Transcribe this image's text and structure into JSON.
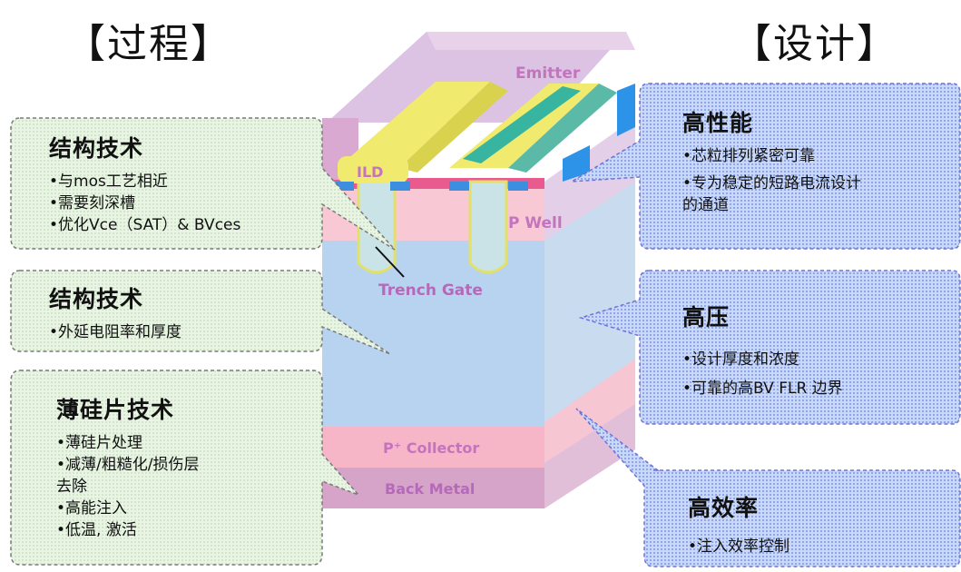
{
  "headings": {
    "left": "【过程】",
    "right": "【设计】"
  },
  "device_labels": {
    "emitter": "Emitter",
    "ild": "ILD",
    "p_well": "P Well",
    "trench_gate": "Trench Gate",
    "p_collector": "P⁺ Collector",
    "back_metal": "Back Metal"
  },
  "left_callouts": [
    {
      "title": "结构技术",
      "items": [
        "•与mos工艺相近",
        "•需要刻深槽",
        "•优化Vce（SAT）& BVces"
      ]
    },
    {
      "title": "结构技术",
      "items": [
        "•外延电阻率和厚度"
      ]
    },
    {
      "title": "薄硅片技术",
      "items": [
        "•薄硅片处理",
        "•减薄/粗糙化/损伤层",
        "去除",
        "•高能注入",
        "•低温, 激活"
      ]
    }
  ],
  "right_callouts": [
    {
      "title": "高性能",
      "items": [
        "•芯粒排列紧密可靠",
        "•专为稳定的短路电流设计",
        "的通道"
      ]
    },
    {
      "title": "高压",
      "items": [
        "•设计厚度和浓度",
        "•可靠的高BV FLR 边界"
      ]
    },
    {
      "title": "高效率",
      "items": [
        "•注入效率控制"
      ]
    }
  ],
  "colors": {
    "left_bubble_fill": "#e8f4e4",
    "left_bubble_stroke": "#7a7a7a",
    "right_bubble_fill": "#b9cdf5",
    "right_bubble_stroke": "#6e72d8",
    "substrate": "#b7d3ee",
    "p_well": "#f8c8d2",
    "collector": "#f7b4c6",
    "back_metal": "#d9a9cc",
    "emitter": "#dfb4db",
    "gate_fill": "#f2ee7a",
    "trench_fill": "#c4e0e8"
  }
}
